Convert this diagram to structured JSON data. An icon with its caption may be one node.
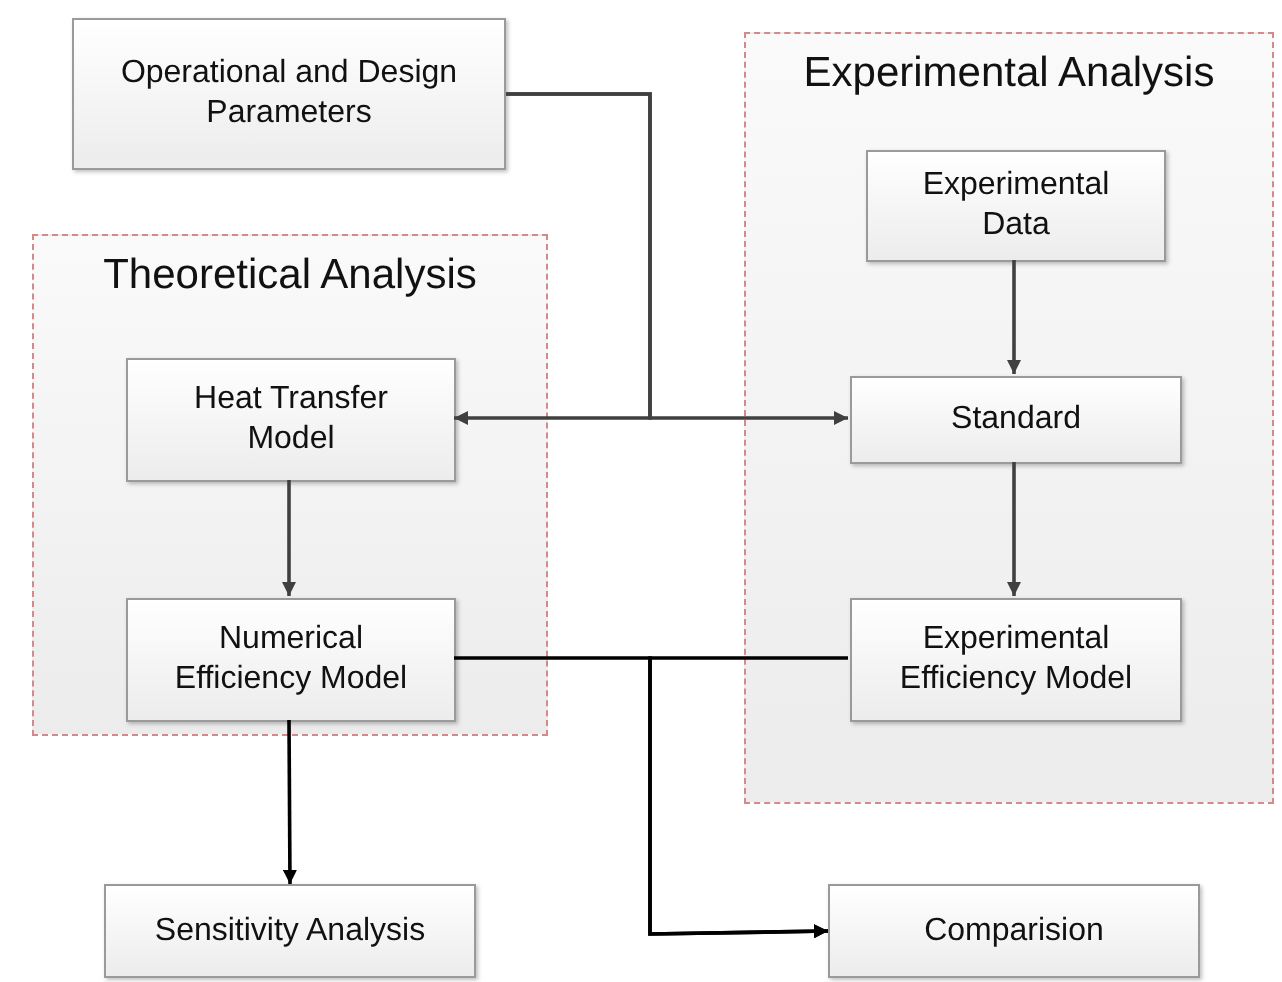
{
  "diagram": {
    "nodes": [
      {
        "text": [
          "Operational and Design Parameters"
        ]
      },
      {
        "text": [
          "Theoretical Analysis"
        ]
      },
      {
        "text": [
          "Heat Transfer Model"
        ],
        "in": 1
      },
      {
        "text": [
          "Numerical Efficiency Model"
        ],
        "in": 1
      },
      {
        "text": [
          "Experimental Analysis"
        ]
      },
      {
        "text": [
          "Experimental Data"
        ],
        "in": 4
      },
      {
        "text": [
          "Standard"
        ],
        "in": 4
      },
      {
        "text": [
          "Experimental Efficiency Model"
        ],
        "in": 4
      },
      {
        "text": [
          "Sensitivity Analysis"
        ]
      },
      {
        "text": [
          "Comparision"
        ]
      }
    ],
    "edges": [
      {
        "from": 0,
        "to": 2,
        "arrow": "to"
      },
      {
        "from": 0,
        "to": 6,
        "arrow": "to"
      },
      {
        "from": 5,
        "to": 6,
        "arrow": "to"
      },
      {
        "from": 2,
        "to": 3,
        "arrow": "to"
      },
      {
        "from": 6,
        "to": 7,
        "arrow": "to"
      },
      {
        "from": 3,
        "to": 8,
        "arrow": "to",
        "color": "#000000"
      },
      {
        "from": 3,
        "to": 9,
        "arrow": "to",
        "color": "#000000"
      },
      {
        "from": 7,
        "to": 9,
        "arrow": "to",
        "color": "#000000"
      }
    ]
  }
}
